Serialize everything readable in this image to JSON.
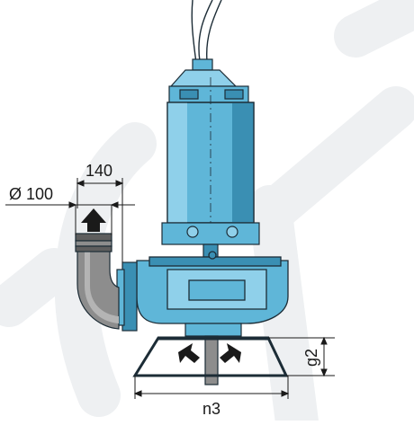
{
  "diagram": {
    "subject": "submersible-pump-dimension-drawing",
    "labels": {
      "top_width": "140",
      "outlet_diameter": "Ø 100",
      "base_width": "n3",
      "base_height": "g2"
    },
    "colors": {
      "pump_body": "#5fb6d8",
      "pump_body_dark": "#3a8fb3",
      "pump_body_light": "#8fd0ea",
      "outline": "#1c2c36",
      "pipe_fill": "#8d8d8d",
      "pipe_dark": "#5e5e5e",
      "watermark": "#eef0f2",
      "arrow_fill": "#1a1a1a",
      "dimension_line": "#1a1a1a"
    },
    "icons": {
      "flow_out_arrow": "up-arrow-icon",
      "flow_in_arrows": "diagonal-arrow-icon"
    }
  }
}
